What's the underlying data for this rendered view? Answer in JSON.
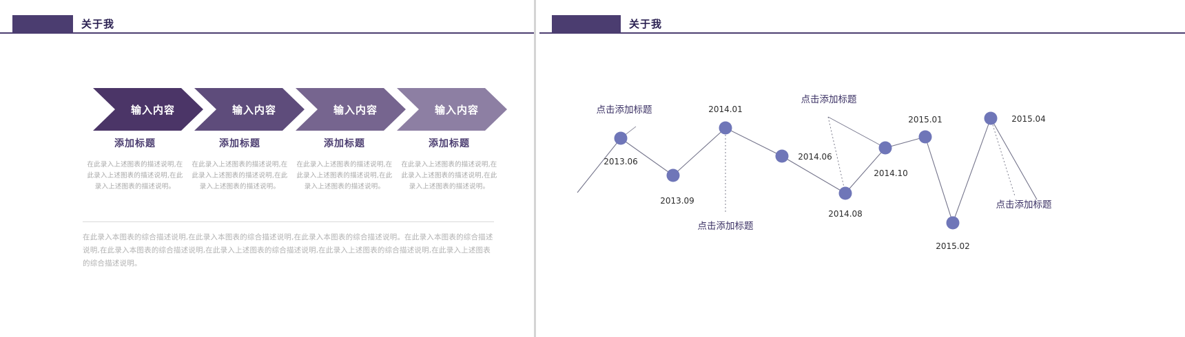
{
  "theme": {
    "accent_dark": "#4b3d70",
    "accent_text": "#2b2152",
    "marker_color": "#6f76b8",
    "body_gray": "#a8a8a8"
  },
  "slide_left": {
    "header": {
      "title": "关于我"
    },
    "chevrons": [
      {
        "label": "输入内容",
        "color": "#4b3567"
      },
      {
        "label": "输入内容",
        "color": "#5e4c7b"
      },
      {
        "label": "输入内容",
        "color": "#76658f"
      },
      {
        "label": "输入内容",
        "color": "#8d7fa3"
      }
    ],
    "columns": [
      {
        "title": "添加标题",
        "body": "在此录入上述图表的描述说明,在此录入上述图表的描述说明,在此录入上述图表的描述说明。"
      },
      {
        "title": "添加标题",
        "body": "在此录入上述图表的描述说明,在此录入上述图表的描述说明,在此录入上述图表的描述说明。"
      },
      {
        "title": "添加标题",
        "body": "在此录入上述图表的描述说明,在此录入上述图表的描述说明,在此录入上述图表的描述说明。"
      },
      {
        "title": "添加标题",
        "body": "在此录入上述图表的描述说明,在此录入上述图表的描述说明,在此录入上述图表的描述说明。"
      }
    ],
    "summary": "在此录入本图表的综合描述说明,在此录入本图表的综合描述说明,在此录入本图表的综合描述说明。在此录入本图表的综合描述说明,在此录入本图表的综合描述说明,在此录入上述图表的综合描述说明,在此录入上述图表的综合描述说明,在此录入上述图表的综合描述说明。"
  },
  "slide_right": {
    "header": {
      "title": "关于我"
    },
    "annotations": [
      {
        "text": "点击添加标题"
      },
      {
        "text": "点击添加标题"
      },
      {
        "text": "点击添加标题"
      },
      {
        "text": "点击添加标题"
      }
    ]
  },
  "chart_data": {
    "type": "line",
    "title": "",
    "xlabel": "",
    "ylabel": "",
    "grid": false,
    "legend": "none",
    "marker_color": "#6f76b8",
    "line_color": "#73738a",
    "categories": [
      "2013.06",
      "2013.09",
      "2014.01",
      "2014.06",
      "2014.08",
      "2014.10",
      "2015.01",
      "2015.02",
      "2015.04"
    ],
    "labels": [
      "2013.06",
      "2013.09",
      "2014.01",
      "2014.06",
      "2014.08",
      "2014.10",
      "2015.01",
      "2015.02",
      "2015.04"
    ],
    "values": [
      62,
      35,
      82,
      58,
      27,
      55,
      66,
      10,
      80
    ],
    "ylim": [
      0,
      100
    ],
    "annotations": [
      {
        "text": "点击添加标题",
        "points": [
          "2013.06"
        ]
      },
      {
        "text": "点击添加标题",
        "points": [
          "2014.01"
        ]
      },
      {
        "text": "点击添加标题",
        "points": [
          "2014.08",
          "2014.10"
        ]
      },
      {
        "text": "点击添加标题",
        "points": [
          "2015.04"
        ]
      }
    ]
  }
}
